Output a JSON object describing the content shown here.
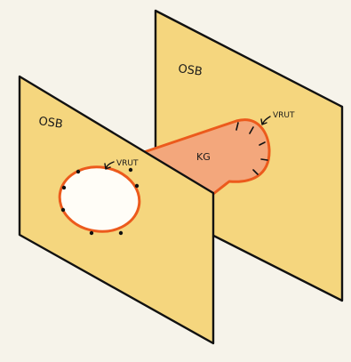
{
  "labels": {
    "back_panel": "OSB",
    "front_panel": "OSB",
    "pipe_label": "KG",
    "front_annotation": "VRUT",
    "back_annotation": "VRUT"
  },
  "colors": {
    "background": "#f6f3ea",
    "panel_fill": "#f5d67e",
    "outline": "#111111",
    "pipe_fill": "#f3a77c",
    "pipe_edge": "#ec5a1c",
    "hole_fill": "#fffdf7",
    "marker": "#111111"
  }
}
